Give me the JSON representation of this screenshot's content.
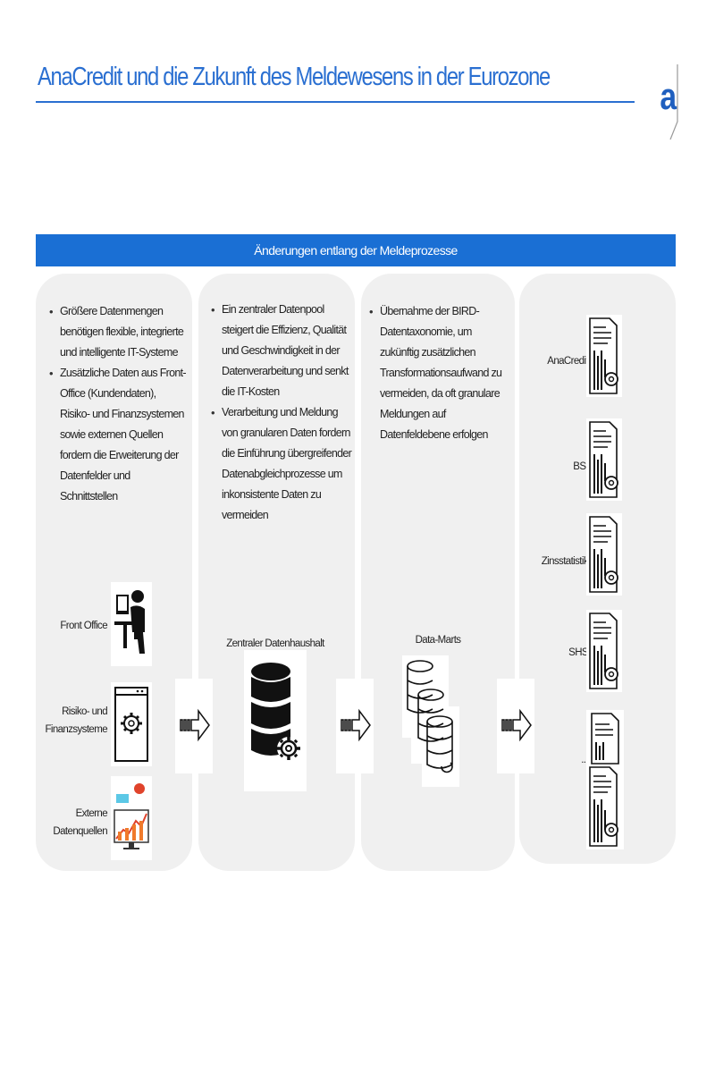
{
  "header": {
    "title": "AnaCredit und die Zukunft des Meldewesens in der Eurozone",
    "logo": "a"
  },
  "banner": "Änderungen entlang der Meldeprozesse",
  "columns": [
    {
      "bullets": [
        "Größere Datenmengen benötigen flexible, integrierte und intelligente IT-Systeme",
        "Zusätzliche Daten aus Front-Office (Kundendaten), Risiko- und Finanzsystemen sowie externen Quellen fordern die Erweiterung der Datenfelder und Schnittstellen"
      ],
      "sources": [
        {
          "label": "Front Office",
          "icon": "person-at-desk-icon"
        },
        {
          "label": "Risiko- und Finanzsysteme",
          "icon": "gear-window-icon"
        },
        {
          "label": "Externe Datenquellen",
          "icon": "analytics-monitor-icon"
        }
      ]
    },
    {
      "bullets": [
        "Ein zentraler Datenpool steigert die Effizienz, Qualität und Geschwindigkeit in der Datenverarbeitung und senkt die IT-Kosten",
        "Verarbeitung und Meldung von granularen Daten fordern die Einführung übergreifender Datenabgleichprozesse um inkonsistente Daten zu vermeiden"
      ],
      "node_label": "Zentraler Datenhaushalt",
      "icon": "database-gear-icon"
    },
    {
      "bullets": [
        "Übernahme der BIRD-Datentaxonomie, um zukünftig zusätzlichen Transformationsaufwand zu vermeiden, da oft granulare Meldungen auf Datenfeldebene erfolgen"
      ],
      "node_label": "Data-Marts",
      "icon": "data-marts-icon"
    },
    {
      "reports": [
        {
          "label": "AnaCredit",
          "icon": "report-gear-icon"
        },
        {
          "label": "BSI",
          "icon": "report-gear-icon"
        },
        {
          "label": "Zinsstatistik",
          "icon": "report-gear-icon"
        },
        {
          "label": "SHS",
          "icon": "report-gear-icon"
        },
        {
          "label": "...",
          "icon": "report-stack-icon"
        }
      ]
    }
  ],
  "colors": {
    "accent": "#2a6fd1",
    "banner": "#1a6fd4",
    "panel": "#f0f0f0"
  }
}
